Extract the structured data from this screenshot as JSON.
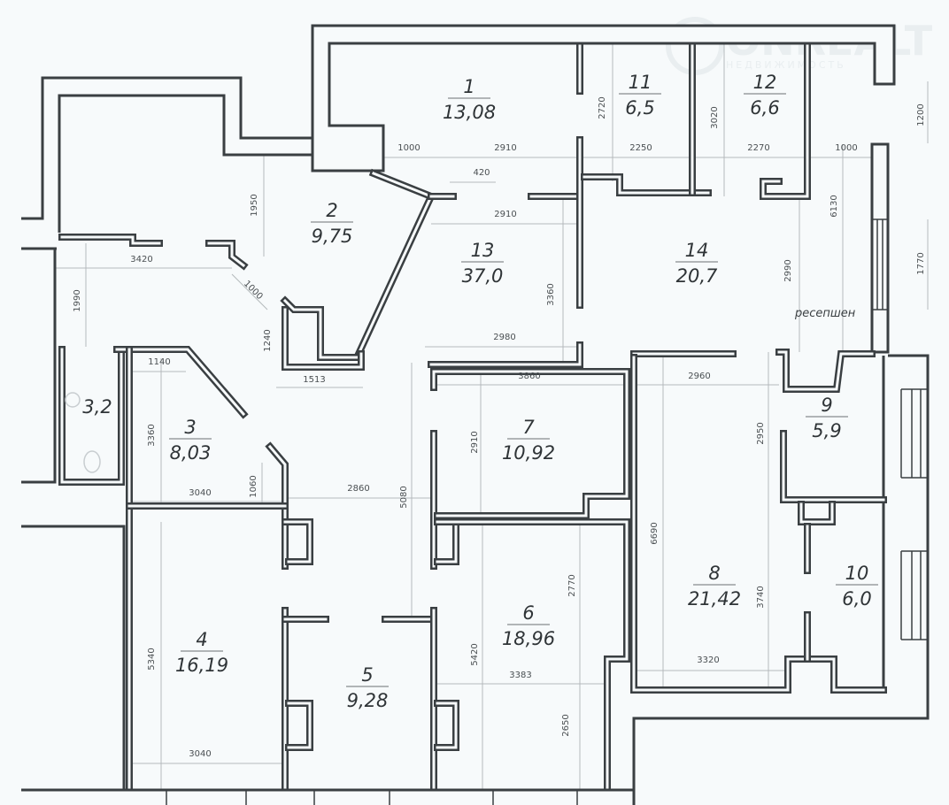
{
  "plan": {
    "watermark": {
      "brand": "ONREALT",
      "tagline": "НЕДВИЖИМОСТЬ"
    },
    "reception_label": "ресепшен",
    "rooms": [
      {
        "number": "1",
        "area": "13,08"
      },
      {
        "number": "2",
        "area": "9,75"
      },
      {
        "number": "3",
        "area": "8,03"
      },
      {
        "number": "",
        "area": "3,2"
      },
      {
        "number": "4",
        "area": "16,19"
      },
      {
        "number": "5",
        "area": "9,28"
      },
      {
        "number": "6",
        "area": "18,96"
      },
      {
        "number": "7",
        "area": "10,92"
      },
      {
        "number": "8",
        "area": "21,42"
      },
      {
        "number": "9",
        "area": "5,9"
      },
      {
        "number": "10",
        "area": "6,0"
      },
      {
        "number": "11",
        "area": "6,5"
      },
      {
        "number": "12",
        "area": "6,6"
      },
      {
        "number": "13",
        "area": "37,0"
      },
      {
        "number": "14",
        "area": "20,7"
      }
    ],
    "dimensions": [
      "1000",
      "2910",
      "2250",
      "2270",
      "1000",
      "420",
      "2910",
      "1950",
      "3420",
      "1990",
      "1000",
      "1240",
      "1513",
      "2720",
      "3020",
      "1200",
      "6130",
      "1770",
      "2990",
      "3360",
      "2980",
      "3860",
      "2960",
      "1140",
      "3360",
      "2910",
      "2950",
      "3040",
      "1060",
      "2860",
      "5080",
      "6690",
      "2770",
      "5420",
      "5340",
      "3740",
      "3383",
      "3320",
      "2650",
      "3040"
    ]
  }
}
